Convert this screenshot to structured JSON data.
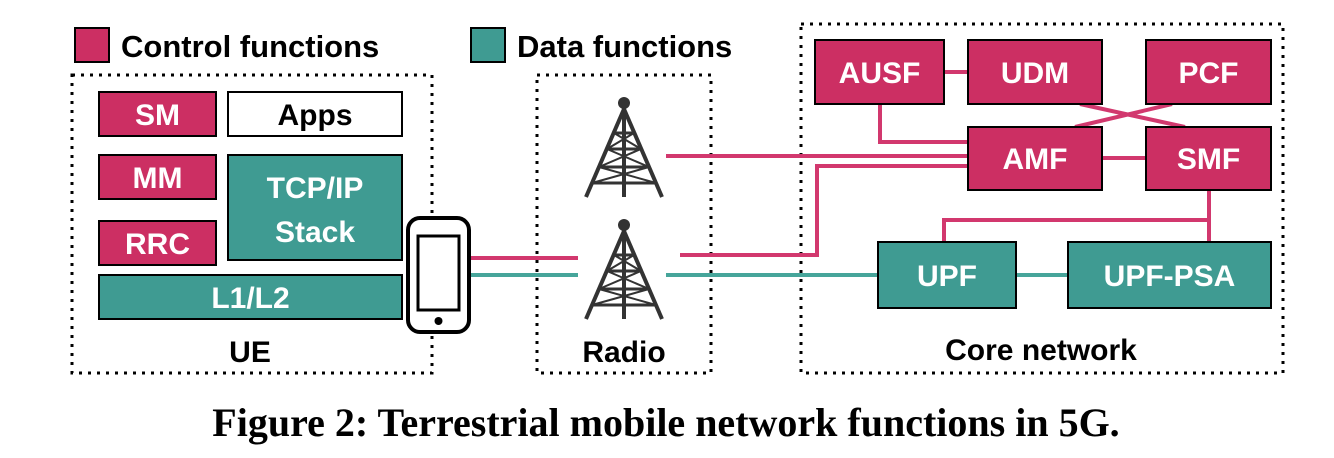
{
  "legend": {
    "control_label": "Control functions",
    "data_label": "Data functions"
  },
  "colors": {
    "control": "#CC2F63",
    "data": "#3F9B92",
    "line_control": "#D2386E",
    "line_data": "#46A59A",
    "border": "#000000",
    "tower": "#333333"
  },
  "ue": {
    "title": "UE",
    "sm": "SM",
    "apps": "Apps",
    "mm": "MM",
    "tcpip_line1": "TCP/IP",
    "tcpip_line2": "Stack",
    "rrc": "RRC",
    "l1l2": "L1/L2"
  },
  "radio": {
    "title": "Radio"
  },
  "core": {
    "title": "Core network",
    "ausf": "AUSF",
    "udm": "UDM",
    "pcf": "PCF",
    "amf": "AMF",
    "smf": "SMF",
    "upf": "UPF",
    "upf_psa": "UPF-PSA"
  },
  "caption": "Figure 2: Terrestrial mobile network functions in 5G."
}
